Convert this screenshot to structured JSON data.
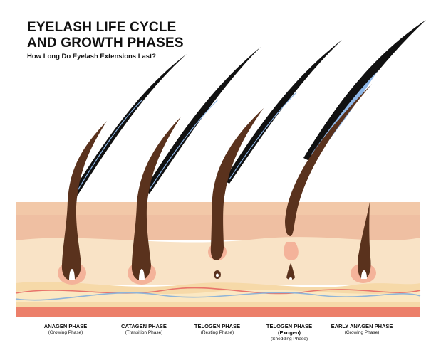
{
  "title": {
    "line1": "EYELASH LIFE CYCLE",
    "line2": "AND GROWTH PHASES",
    "subtitle": "How Long Do Eyelash Extensions Last?"
  },
  "colors": {
    "epidermis": "#f2c8a8",
    "skin_band": "#efbfa2",
    "dermis": "#f9e3c6",
    "fat": "#f6d9a8",
    "base": "#ec7f6a",
    "hair": "#5a321d",
    "hair_light": "#7a4a2d",
    "lash": "#111111",
    "lash_highlight": "#8fb8e8",
    "bulb": "#f4b39a",
    "papilla": "#ffffff",
    "nerve_red": "#e8746a",
    "nerve_blue": "#8fb4d8"
  },
  "phases": [
    {
      "name": "ANAGEN PHASE",
      "sub": "(Growing Phase)"
    },
    {
      "name": "CATAGEN PHASE",
      "sub": "(Transition Phase)"
    },
    {
      "name": "TELOGEN PHASE",
      "sub": "(Resting Phase)"
    },
    {
      "name": "TELOGEN PHASE",
      "name2": "(Exogen)",
      "sub": "(Shedding Phase)"
    },
    {
      "name": "EARLY ANAGEN PHASE",
      "sub": "(Growing Phase)"
    }
  ]
}
